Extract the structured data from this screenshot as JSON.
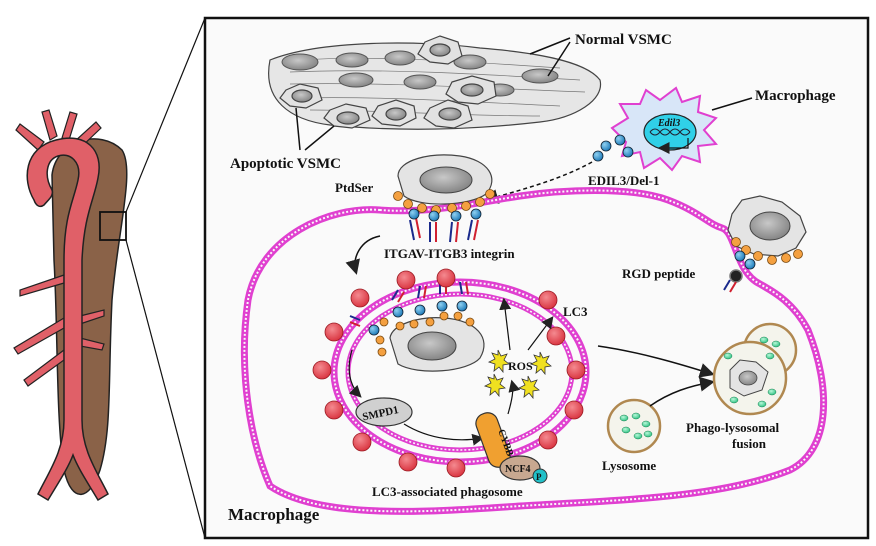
{
  "labels": {
    "normal_vsmc": "Normal VSMC",
    "macrophage_top": "Macrophage",
    "edil3_gene": "Edil3",
    "apoptotic_vsmc": "Apoptotic VSMC",
    "ptdser": "PtdSer",
    "edil3_del1": "EDIL3/Del-1",
    "integrin": "ITGAV-ITGB3 integrin",
    "rgd_peptide": "RGD peptide",
    "lc3": "LC3",
    "ros": "ROS",
    "smpd1": "SMPD1",
    "cybb": "CYBB",
    "ncf4": "NCF4",
    "phospho": "P",
    "lysosome": "Lysosome",
    "phago_lysosomal_line1": "Phago-lysosomal",
    "phago_lysosomal_line2": "fusion",
    "phagosome": "LC3-associated phagosome",
    "macrophage_bottom": "Macrophage"
  },
  "colors": {
    "aorta_red": "#e06068",
    "aorta_brown": "#8a6248",
    "membrane_pink": "#e040d0",
    "lc3_red": "#e8424e",
    "ptdser_orange": "#f4a040",
    "edil3_blue": "#2a90c8",
    "integrin_navy": "#1a2a8c",
    "integrin_red": "#d02030",
    "macrophage_fill": "#d8e6f8",
    "edil3_cyan": "#30d0e8",
    "ros_yellow": "#f0e020",
    "smpd1_grey": "#d0d0d0",
    "cybb_orange": "#f0a030",
    "ncf4_tan": "#c8a890",
    "phospho_cyan": "#20c0c8",
    "lysosome_green": "#40d090",
    "lysosome_border": "#b08850"
  }
}
